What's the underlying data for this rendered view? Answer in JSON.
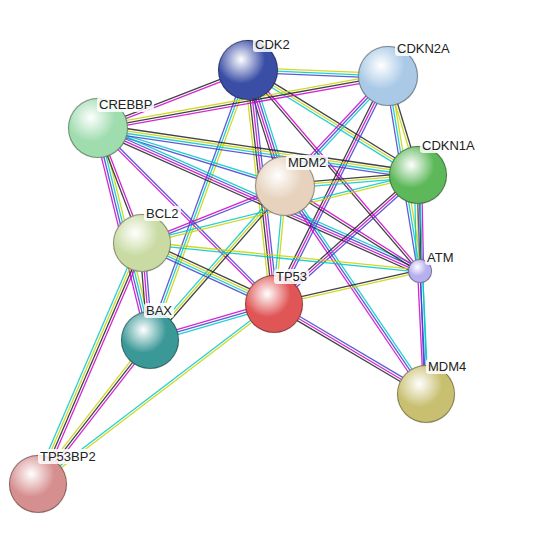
{
  "diagram": {
    "nodes": [
      {
        "text": [
          "CDK2"
        ]
      },
      {
        "text": [
          "CDKN2A"
        ]
      },
      {
        "text": [
          "CREBBP"
        ]
      },
      {
        "text": [
          "MDM2"
        ]
      },
      {
        "text": [
          "CDKN1A"
        ]
      },
      {
        "text": [
          "BCL2"
        ]
      },
      {
        "text": [
          "ATM"
        ]
      },
      {
        "text": [
          "TP53"
        ]
      },
      {
        "text": [
          "BAX"
        ]
      },
      {
        "text": [
          "MDM4"
        ]
      },
      {
        "text": [
          "TP53BP2"
        ]
      }
    ],
    "edges": [
      {
        "from": 0,
        "to": 1,
        "arrow": "none"
      },
      {
        "from": 0,
        "to": 2,
        "arrow": "none"
      },
      {
        "from": 0,
        "to": 3,
        "arrow": "none"
      },
      {
        "from": 0,
        "to": 4,
        "arrow": "none"
      },
      {
        "from": 0,
        "to": 7,
        "arrow": "none"
      },
      {
        "from": 0,
        "to": 8,
        "arrow": "none"
      },
      {
        "from": 0,
        "to": 6,
        "arrow": "none"
      },
      {
        "from": 1,
        "to": 3,
        "arrow": "none"
      },
      {
        "from": 1,
        "to": 4,
        "arrow": "none"
      },
      {
        "from": 1,
        "to": 7,
        "arrow": "none"
      },
      {
        "from": 1,
        "to": 6,
        "arrow": "none"
      },
      {
        "from": 1,
        "to": 2,
        "arrow": "none"
      },
      {
        "from": 2,
        "to": 3,
        "arrow": "none"
      },
      {
        "from": 2,
        "to": 4,
        "arrow": "none"
      },
      {
        "from": 2,
        "to": 7,
        "arrow": "none"
      },
      {
        "from": 2,
        "to": 8,
        "arrow": "none"
      },
      {
        "from": 2,
        "to": 5,
        "arrow": "none"
      },
      {
        "from": 2,
        "to": 6,
        "arrow": "none"
      },
      {
        "from": 3,
        "to": 4,
        "arrow": "none"
      },
      {
        "from": 3,
        "to": 5,
        "arrow": "none"
      },
      {
        "from": 3,
        "to": 7,
        "arrow": "none"
      },
      {
        "from": 3,
        "to": 6,
        "arrow": "none"
      },
      {
        "from": 3,
        "to": 9,
        "arrow": "none"
      },
      {
        "from": 3,
        "to": 8,
        "arrow": "none"
      },
      {
        "from": 4,
        "to": 7,
        "arrow": "none"
      },
      {
        "from": 4,
        "to": 5,
        "arrow": "none"
      },
      {
        "from": 4,
        "to": 6,
        "arrow": "none"
      },
      {
        "from": 4,
        "to": 9,
        "arrow": "none"
      },
      {
        "from": 5,
        "to": 7,
        "arrow": "none"
      },
      {
        "from": 5,
        "to": 8,
        "arrow": "none"
      },
      {
        "from": 5,
        "to": 6,
        "arrow": "none"
      },
      {
        "from": 5,
        "to": 10,
        "arrow": "none"
      },
      {
        "from": 7,
        "to": 8,
        "arrow": "none"
      },
      {
        "from": 7,
        "to": 6,
        "arrow": "none"
      },
      {
        "from": 7,
        "to": 9,
        "arrow": "none"
      },
      {
        "from": 7,
        "to": 10,
        "arrow": "none"
      },
      {
        "from": 8,
        "to": 10,
        "arrow": "none"
      },
      {
        "from": 6,
        "to": 9,
        "arrow": "none"
      }
    ]
  }
}
